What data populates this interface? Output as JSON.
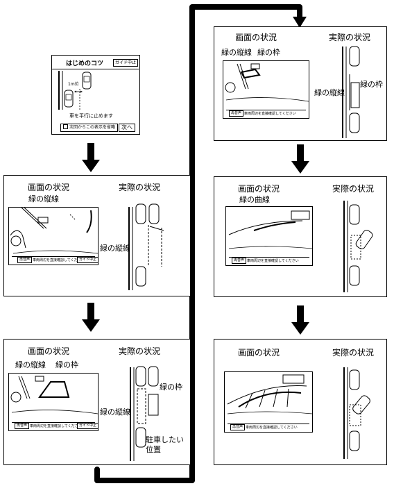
{
  "intro": {
    "title": "はじめのコツ",
    "guide_stop_button": "ガイド中止",
    "distance_label": "1m位",
    "instruction": "車を平行に止めます",
    "skip_checkbox_label": "次回からこの表示を省略",
    "next_button": "次へ"
  },
  "common": {
    "screen_heading": "画面の状況",
    "actual_heading": "実際の状況",
    "speaker_button": "再音声",
    "screen_message": "車両周辺を直接確認してください",
    "guide_stop_button": "ガイド中止"
  },
  "step1": {
    "screen_label": "緑の縦線",
    "actual_label": "緑の縦線"
  },
  "step2": {
    "screen_label_line": "緑の縦線",
    "screen_label_frame": "緑の枠",
    "actual_label_frame": "緑の枠",
    "actual_label_line": "緑の縦線",
    "target_label": "駐車したい位置"
  },
  "step3": {
    "screen_label_line": "緑の縦線",
    "screen_label_frame": "緑の枠",
    "actual_label_line": "緑の縦線",
    "actual_label_frame": "緑の枠"
  },
  "step4": {
    "screen_label": "緑の曲線"
  },
  "step5": {}
}
